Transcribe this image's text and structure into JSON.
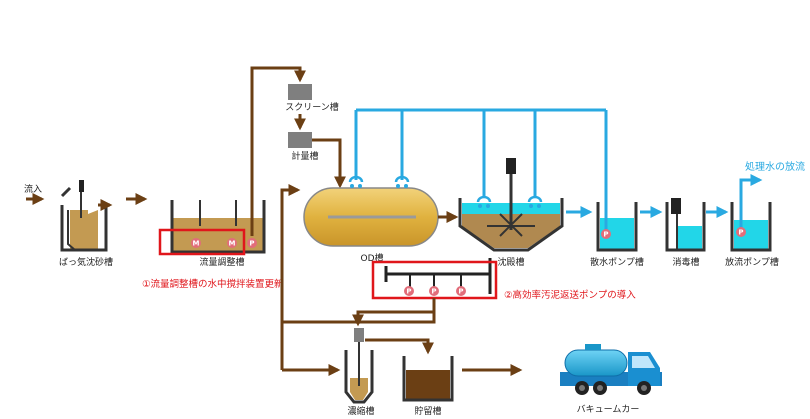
{
  "labels": {
    "inflow": "流入",
    "aerated_grit": "ばっ気沈砂槽",
    "flow_adjust": "流量調整槽",
    "screen": "スクリーン槽",
    "meter": "計量槽",
    "od": "OD槽",
    "settling": "沈殿槽",
    "sprinkler_pump": "散水ポンプ槽",
    "disinfection": "消毒槽",
    "discharge_pump": "放流ポンプ槽",
    "treated_discharge": "処理水の放流",
    "thickener": "濃縮槽",
    "storage": "貯留槽",
    "vacuum_truck": "バキュームカー"
  },
  "annotations": {
    "note1": "①流量調整槽の水中撹拌装置更新",
    "note2": "②高効率汚泥返送ポンプの導入"
  },
  "symbols": {
    "mixer": "M",
    "pump": "P"
  },
  "colors": {
    "sludge_line": "#6b3f14",
    "water_line": "#29a9e1",
    "tank_wall": "#333333",
    "sludge": "#c39a52",
    "od_fill": "#e0b23f",
    "water": "#22d6e8",
    "highlight": "#e0161b",
    "pump": "#e26d7a"
  }
}
